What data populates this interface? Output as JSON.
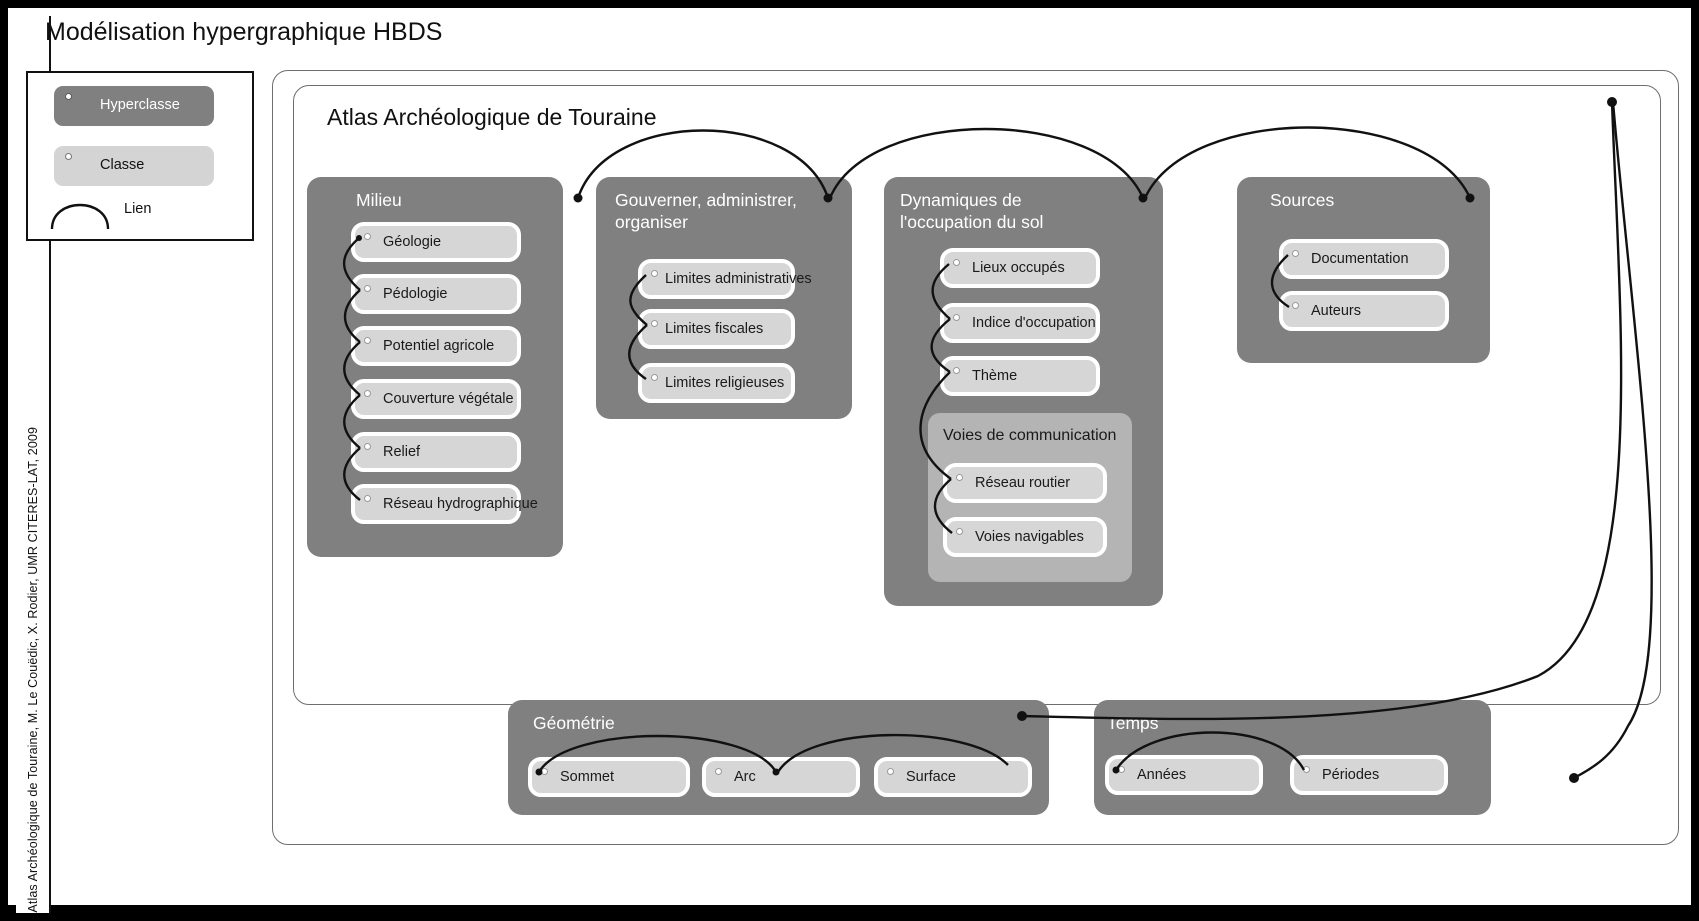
{
  "document": {
    "title": "Modélisation hypergraphique HBDS",
    "credit": "Atlas Archéologique de Touraine, M. Le Couëdic, X. Rodier, UMR CITERES-LAT, 2009"
  },
  "legend": {
    "hyperclass_label": "Hyperclasse",
    "class_label": "Classe",
    "link_label": "Lien",
    "colors": {
      "hyperclass": "#808080",
      "class": "#d4d4d4",
      "subgroup": "#b4b4b4",
      "link": "#111111",
      "frame": "#6e6e6e",
      "background": "#ffffff",
      "border": "#000000"
    }
  },
  "model": {
    "root_title": "Atlas Archéologique de Touraine",
    "groups": [
      {
        "id": "milieu",
        "title": "Milieu",
        "classes": [
          "Géologie",
          "Pédologie",
          "Potentiel agricole",
          "Couverture végétale",
          "Relief",
          "Réseau hydrographique"
        ]
      },
      {
        "id": "gouverner",
        "title": "Gouverner, administrer,\norganiser",
        "classes": [
          "Limites administratives",
          "Limites fiscales",
          "Limites religieuses"
        ]
      },
      {
        "id": "dynamiques",
        "title": "Dynamiques de\nl'occupation du sol",
        "classes": [
          "Lieux occupés",
          "Indice d'occupation",
          "Thème"
        ],
        "subgroup": {
          "id": "voies",
          "title": "Voies de communication",
          "classes": [
            "Réseau routier",
            "Voies navigables"
          ]
        }
      },
      {
        "id": "sources",
        "title": "Sources",
        "classes": [
          "Documentation",
          "Auteurs"
        ]
      },
      {
        "id": "geometrie",
        "title": "Géométrie",
        "classes": [
          "Sommet",
          "Arc",
          "Surface"
        ]
      },
      {
        "id": "temps",
        "title": "Temps",
        "classes": [
          "Années",
          "Périodes"
        ]
      }
    ]
  }
}
